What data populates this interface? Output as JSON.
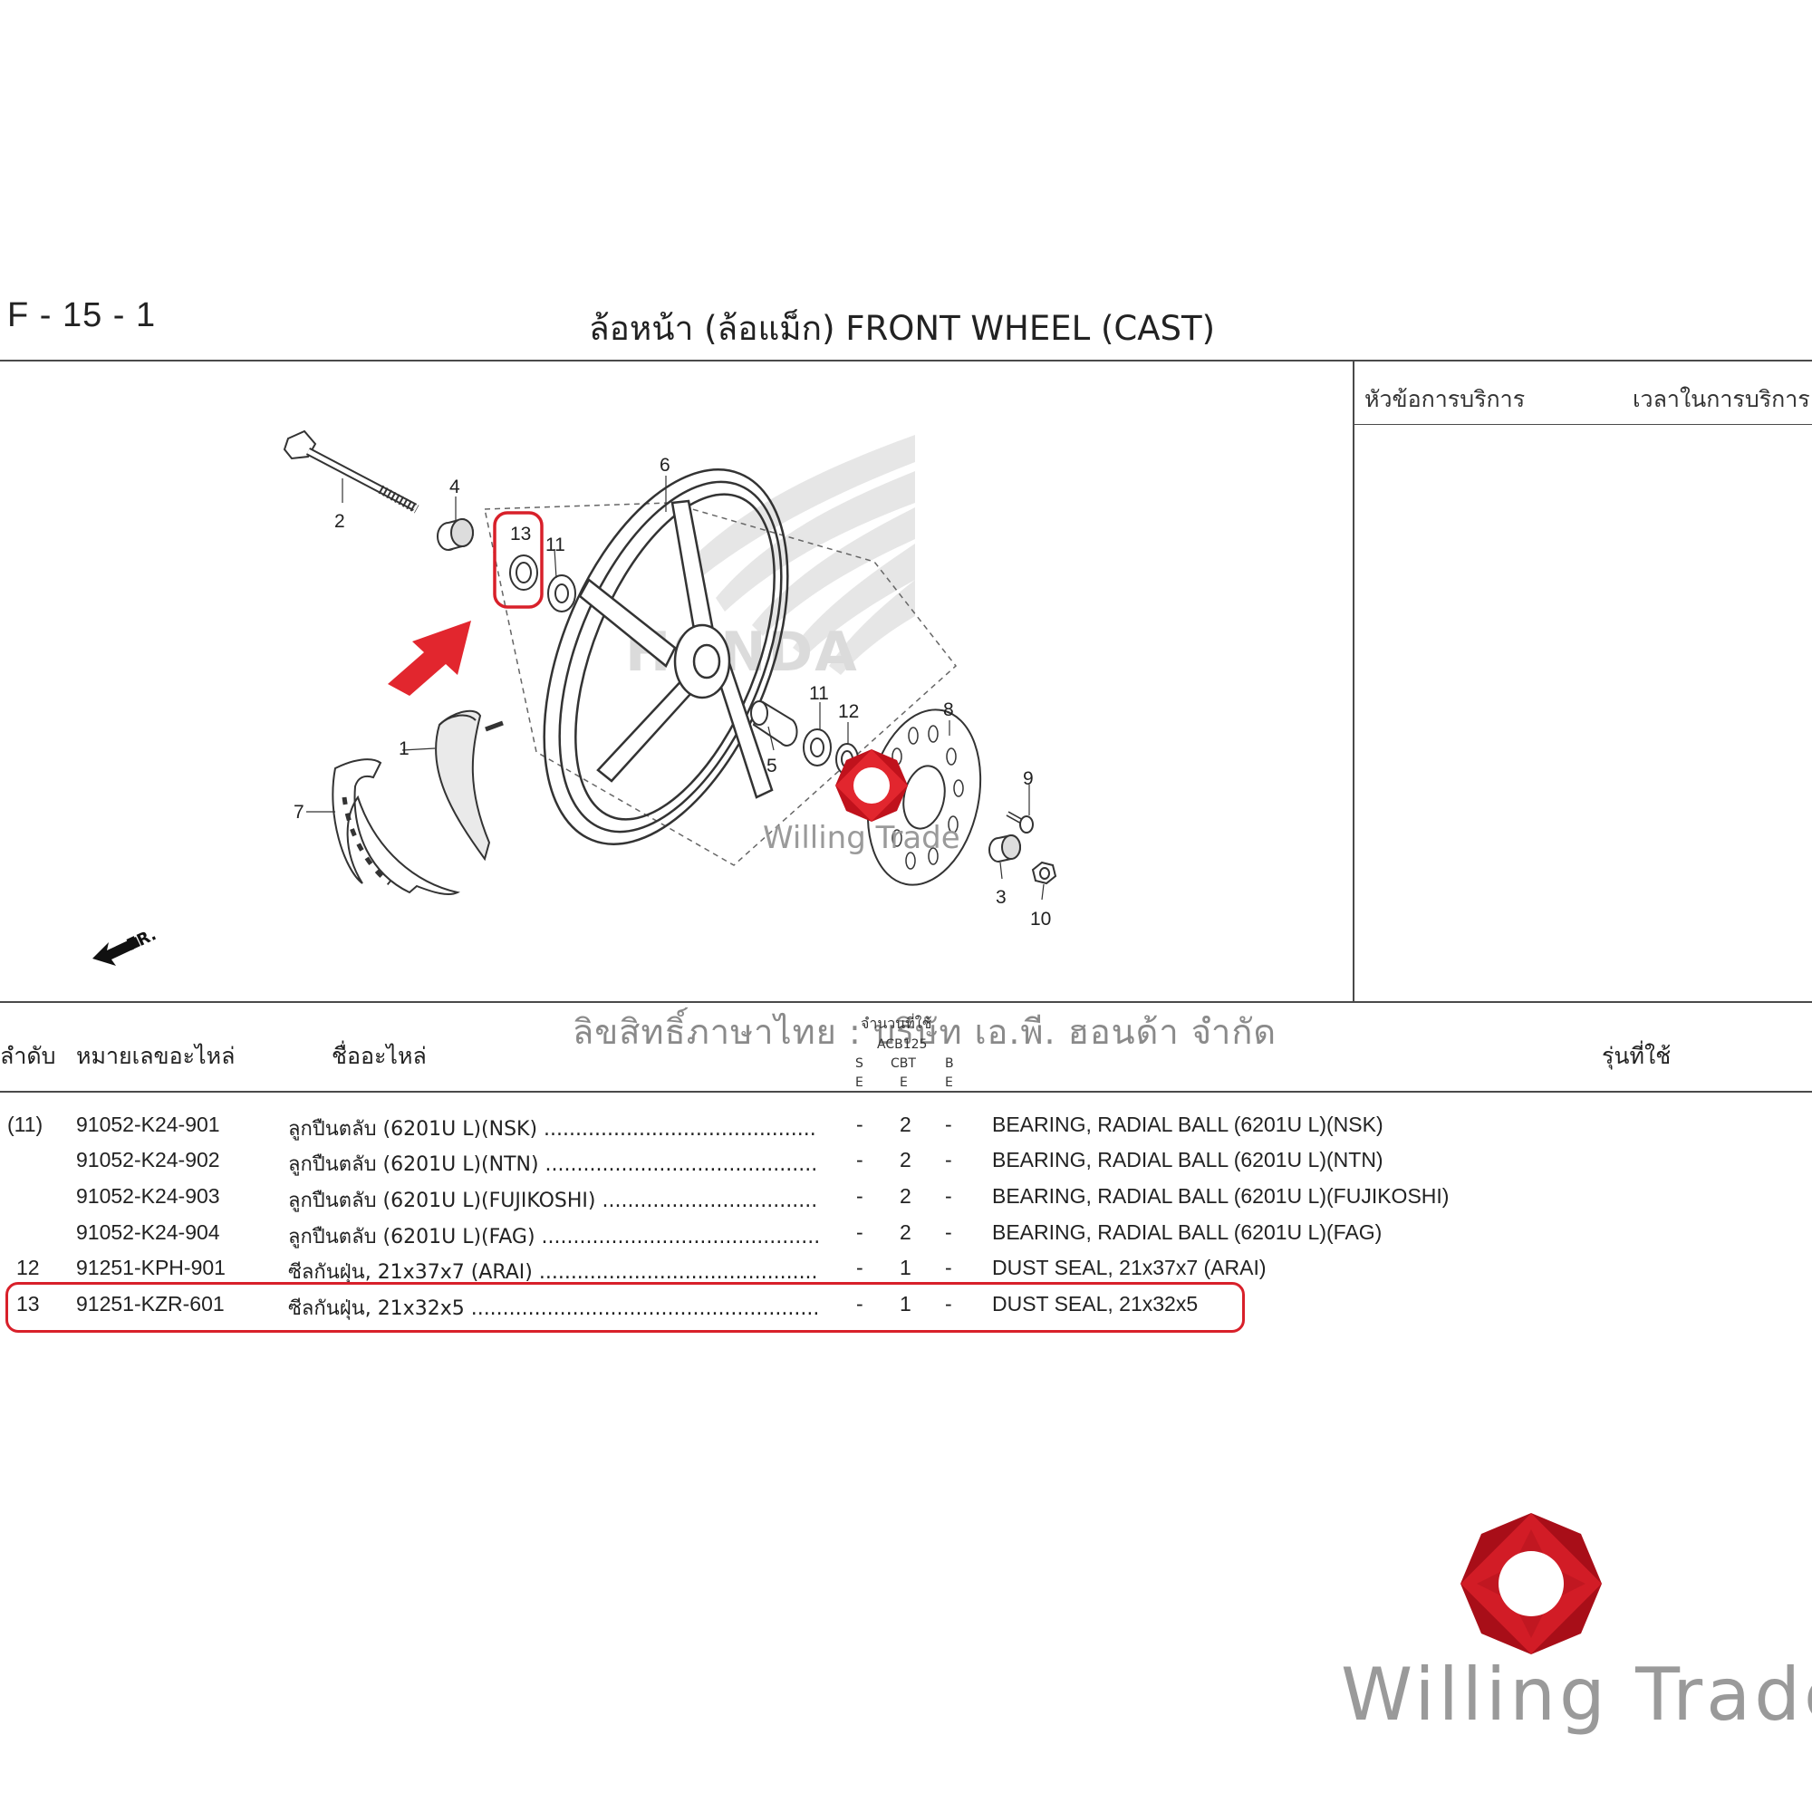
{
  "header": {
    "page_code": "F - 15 - 1",
    "title": "ล้อหน้า (ล้อแม็ก)  FRONT WHEEL (CAST)"
  },
  "service_panel": {
    "topic_label": "หัวข้อการบริการ",
    "time_label": "เวลาในการบริการ"
  },
  "diagram": {
    "callouts": [
      "1",
      "2",
      "3",
      "4",
      "5",
      "6",
      "7",
      "8",
      "9",
      "10",
      "11",
      "11",
      "12",
      "13"
    ],
    "direction_label": "FR.",
    "watermark_text": "Willing Trade",
    "highlight_color": "#d8202a"
  },
  "watermark_copyright": "ลิขสิทธิ์ภาษาไทย : บริษัท เอ.พี. ฮอนด้า จำกัด",
  "table": {
    "headers": {
      "ref": "ลำดับ",
      "part_no": "หมายเลขอะไหล่",
      "name": "ชื่ออะไหล่",
      "qty_group": "จำนวนที่ใช้",
      "model": "ACB125",
      "col_s": [
        "S",
        "E"
      ],
      "col_cbt": [
        "CBT",
        "E"
      ],
      "col_b": [
        "B",
        "E"
      ],
      "models_used": "รุ่นที่ใช้"
    },
    "rows": [
      {
        "ref": "(11)",
        "part_no": "91052-K24-901",
        "name_th": "ลูกปืนตลับ (6201U L)(NSK) ..............................................................",
        "s": "-",
        "cbt": "2",
        "b": "-",
        "name_en": "BEARING, RADIAL BALL (6201U L)(NSK)"
      },
      {
        "ref": "",
        "part_no": "91052-K24-902",
        "name_th": "ลูกปืนตลับ (6201U L)(NTN) ..............................................................",
        "s": "-",
        "cbt": "2",
        "b": "-",
        "name_en": "BEARING, RADIAL BALL (6201U L)(NTN)"
      },
      {
        "ref": "",
        "part_no": "91052-K24-903",
        "name_th": "ลูกปืนตลับ (6201U L)(FUJIKOSHI) ......................................................",
        "s": "-",
        "cbt": "2",
        "b": "-",
        "name_en": "BEARING, RADIAL BALL (6201U L)(FUJIKOSHI)"
      },
      {
        "ref": "",
        "part_no": "91052-K24-904",
        "name_th": "ลูกปืนตลับ (6201U L)(FAG) ..............................................................",
        "s": "-",
        "cbt": "2",
        "b": "-",
        "name_en": "BEARING, RADIAL BALL (6201U L)(FAG)"
      },
      {
        "ref": "12",
        "part_no": "91251-KPH-901",
        "name_th": "ซีลกันฝุ่น, 21x37x7 (ARAI) ...........................................................",
        "s": "-",
        "cbt": "1",
        "b": "-",
        "name_en": "DUST SEAL, 21x37x7 (ARAI)"
      },
      {
        "ref": "13",
        "part_no": "91251-KZR-601",
        "name_th": "ซีลกันฝุ่น, 21x32x5 ......................................................................",
        "s": "-",
        "cbt": "1",
        "b": "-",
        "name_en": "DUST SEAL, 21x32x5"
      }
    ]
  },
  "brand": {
    "name": "Willing Trade",
    "logo_icon": "willing-trade-logo-icon",
    "logo_color": "#c0121c",
    "text_color": "#9a9a9a"
  }
}
